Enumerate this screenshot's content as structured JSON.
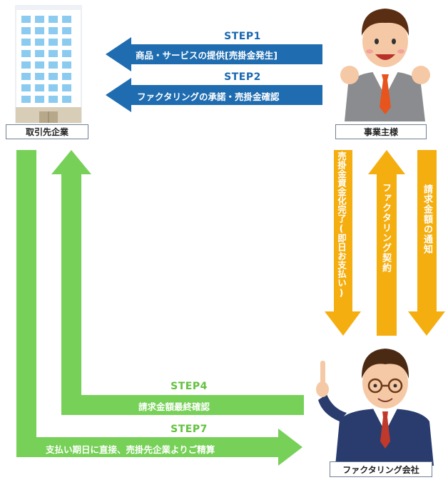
{
  "entities": {
    "client": "取引先企業",
    "owner": "事業主様",
    "factoring": "ファクタリング会社"
  },
  "steps": {
    "s1": {
      "title": "STEP1",
      "text": "商品・サービスの提供[売掛金発生]"
    },
    "s2": {
      "title": "STEP2",
      "text": "ファクタリングの承諾・売掛金確認"
    },
    "s3": {
      "title": "STEP3",
      "text": "請求金額の通知"
    },
    "s4": {
      "title": "STEP4",
      "text": "請求金額最終確認"
    },
    "s5": {
      "title": "STEP5",
      "text": "ファクタリング契約"
    },
    "s6": {
      "title": "STEP6",
      "text": "売掛金資金化完了(即日お支払い)"
    },
    "s7": {
      "title": "STEP7",
      "text": "支払い期日に直接、売掛先企業よりご精算"
    }
  },
  "colors": {
    "blue": "#1f6db0",
    "blue_title": "#1a68b0",
    "orange": "#f5ae0f",
    "green": "#77d058",
    "green_title": "#62c13e"
  }
}
